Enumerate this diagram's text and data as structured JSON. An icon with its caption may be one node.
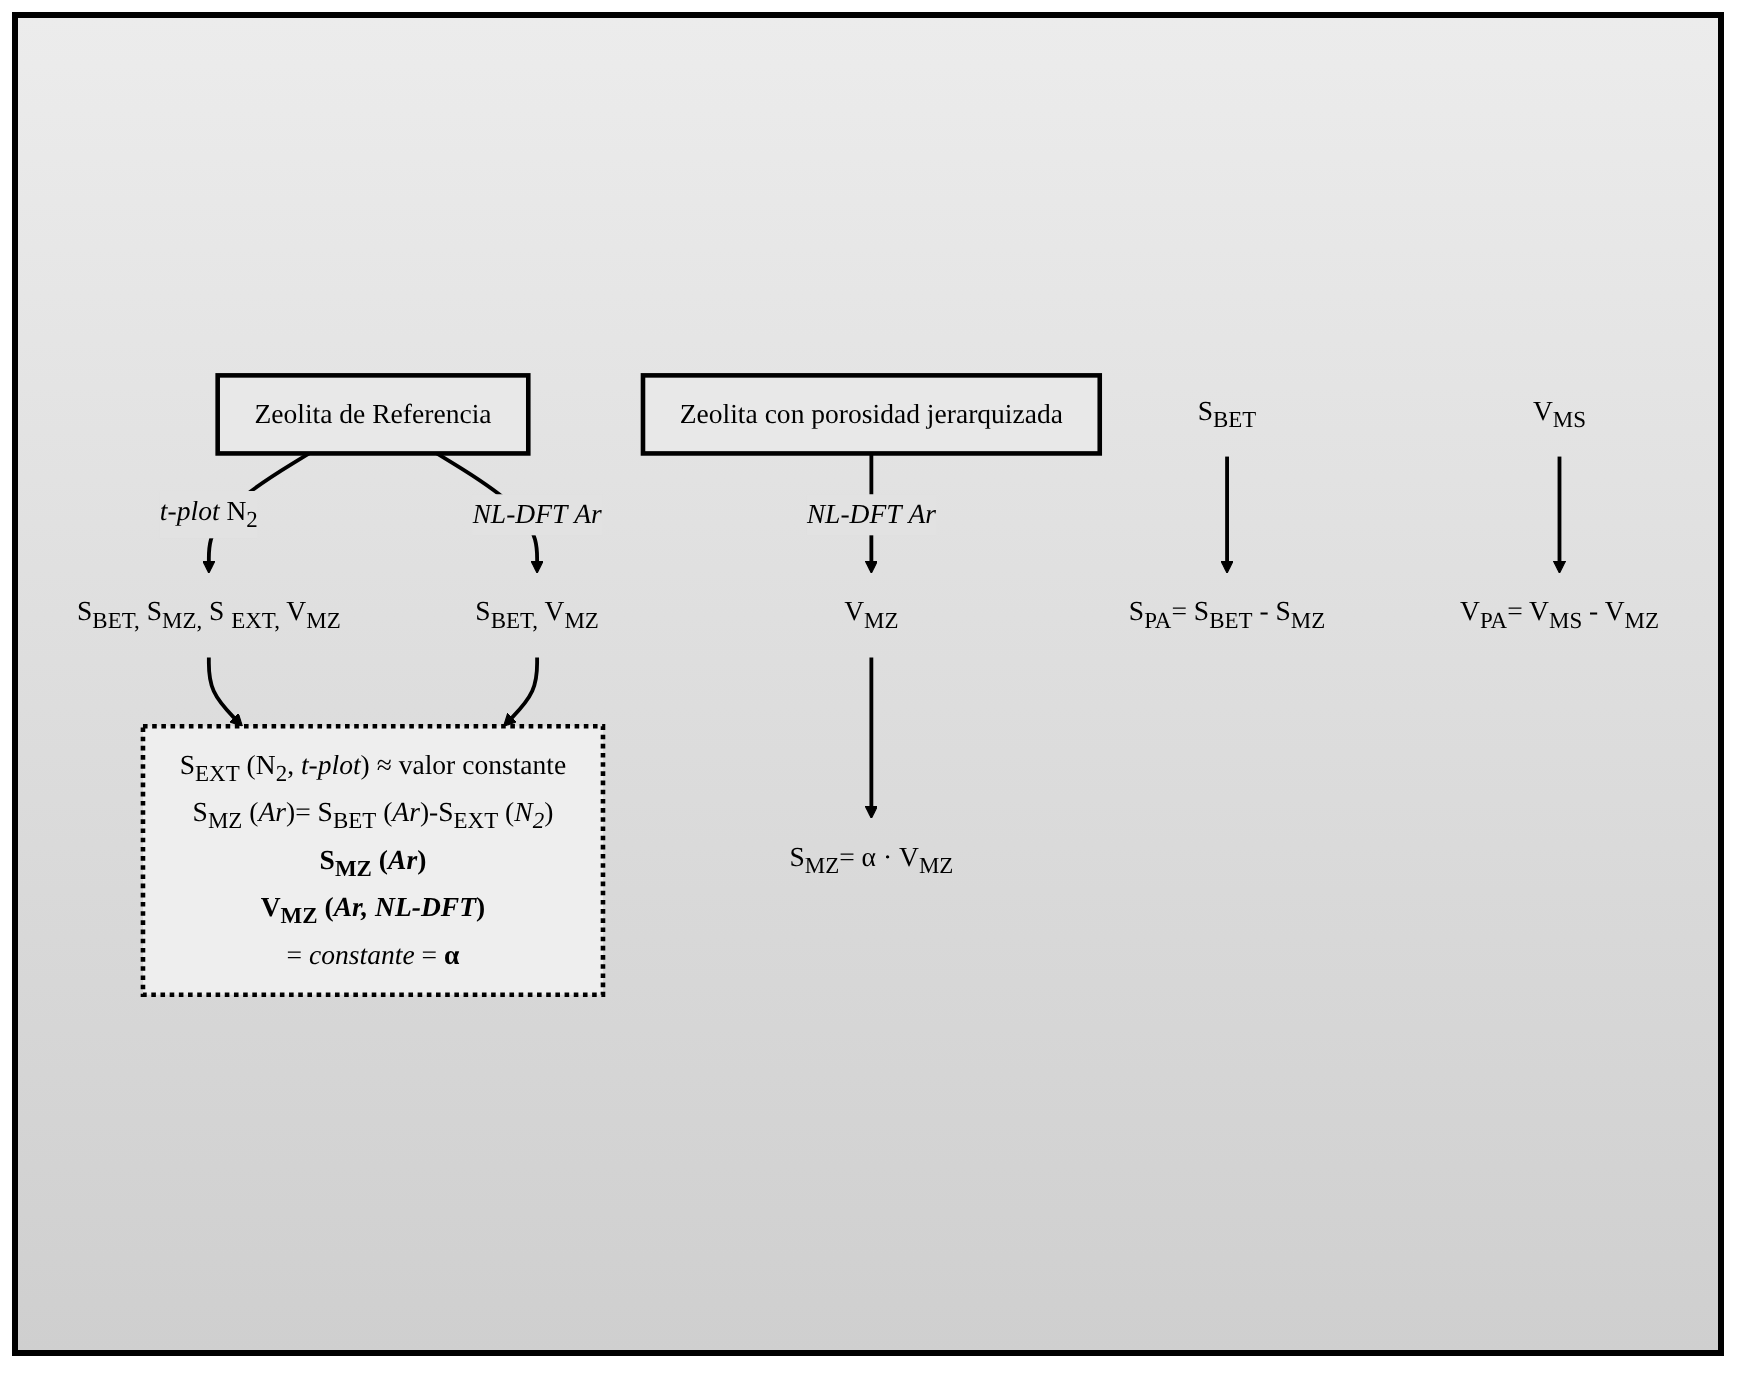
{
  "diagram": {
    "nodes": [
      {
        "text": [
          "Zeolita de Referencia"
        ]
      },
      {
        "text": [
          "S$_{BET,}$ S$_{MZ,}$ S $_{EXT,}$ V$_{MZ}$"
        ]
      },
      {
        "text": [
          "S$_{BET,}$ V$_{MZ}$"
        ]
      },
      {
        "text": [
          "S$_{EXT}$ (N$_{2}$, *t-plot*) ≈ valor constante",
          "S$_{MZ}$ (*Ar*)= S$_{BET}$ (*Ar*)-S$_{EXT}$ (*N$_{2}$*)",
          "**S$_{MZ}$ (*Ar*)**",
          "**V$_{MZ}$ (*Ar, NL-DFT*)**",
          "= *constante* = **α**"
        ]
      },
      {
        "text": [
          "Zeolita con porosidad jerarquizada"
        ]
      },
      {
        "text": [
          "V$_{MZ}$"
        ]
      },
      {
        "text": [
          "S$_{BET}$"
        ]
      },
      {
        "text": [
          "V$_{MS}$"
        ]
      },
      {
        "text": [
          "S$_{MZ}$= α · V$_{MZ}$"
        ]
      },
      {
        "text": [
          "S$_{PA}$= S$_{BET}$ - S$_{MZ}$"
        ]
      },
      {
        "text": [
          "V$_{PA}$= V$_{MS}$ - V$_{MZ}$"
        ]
      }
    ],
    "edges": [
      {
        "from": 0,
        "to": 1,
        "arrow": "to",
        "label": "*t-plot* N$_{2}$"
      },
      {
        "from": 0,
        "to": 2,
        "arrow": "to",
        "label": "*NL-DFT* *Ar*"
      },
      {
        "from": 1,
        "to": 3,
        "arrow": "to"
      },
      {
        "from": 2,
        "to": 3,
        "arrow": "to"
      },
      {
        "from": 4,
        "to": 5,
        "arrow": "to",
        "label": "*NL-DFT* *Ar*"
      },
      {
        "from": 5,
        "to": 8,
        "arrow": "to"
      },
      {
        "from": 6,
        "to": 9,
        "arrow": "to"
      },
      {
        "from": 7,
        "to": 10,
        "arrow": "to"
      }
    ]
  }
}
